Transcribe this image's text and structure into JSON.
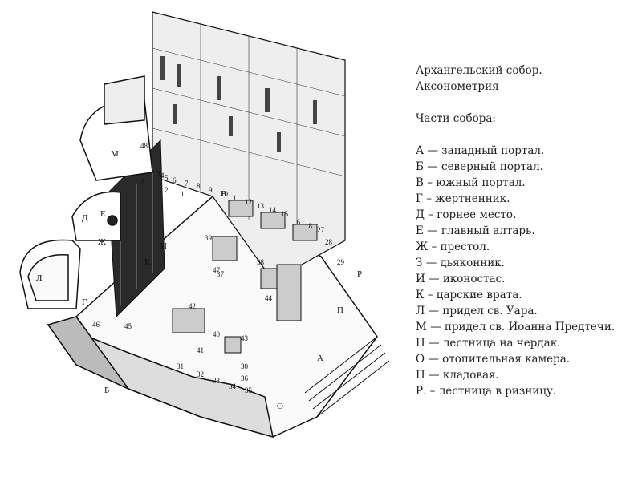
{
  "title_lines": [
    "Архангельский собор.",
    "Аксонометрия"
  ],
  "subtitle": "Части собора:",
  "legend": [
    "А — западный портал.",
    "Б — северный портал.",
    "В – южный портал.",
    "Г – жертненник.",
    "Д – горнее место.",
    "Е — главный алтарь.",
    "Ж – престол.",
    "З — дьяконник.",
    "И — иконостас.",
    "К – царские врата.",
    "Л — придел св. Уара.",
    "М — придел св. Иоанна Предтечи.",
    "Н — лестница на чердак.",
    "О — отопительная камера.",
    "П — кладовая.",
    "Р. – лестница в ризницу."
  ],
  "plan_letters": {
    "A": "А",
    "B": "Б",
    "V": "В",
    "G": "Г",
    "D": "Д",
    "E": "Е",
    "ZH": "Ж",
    "Z": "З",
    "I": "И",
    "K": "К",
    "L": "Л",
    "M": "М",
    "O": "О",
    "P": "П",
    "R": "Р"
  },
  "numbers": [
    "39",
    "38",
    "37",
    "44",
    "42",
    "40",
    "41",
    "43",
    "46",
    "45",
    "48",
    "47",
    "31",
    "32",
    "33",
    "34",
    "35",
    "36",
    "30",
    "29",
    "28",
    "27",
    "18",
    "16",
    "15",
    "14",
    "13",
    "12",
    "11",
    "10",
    "9",
    "8",
    "7",
    "6",
    "5",
    "4",
    "3",
    "2",
    "1"
  ]
}
